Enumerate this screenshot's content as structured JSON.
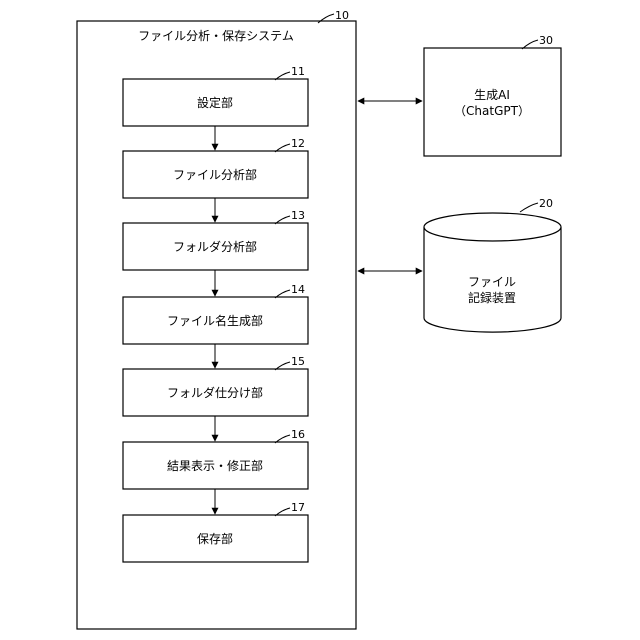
{
  "system": {
    "title": "ファイル分析・保存システム",
    "ref": "10"
  },
  "modules": [
    {
      "label": "設定部",
      "ref": "11"
    },
    {
      "label": "ファイル分析部",
      "ref": "12"
    },
    {
      "label": "フォルダ分析部",
      "ref": "13"
    },
    {
      "label": "ファイル名生成部",
      "ref": "14"
    },
    {
      "label": "フォルダ仕分け部",
      "ref": "15"
    },
    {
      "label": "結果表示・修正部",
      "ref": "16"
    },
    {
      "label": "保存部",
      "ref": "17"
    }
  ],
  "generative_ai": {
    "line1": "生成AI",
    "line2": "（ChatGPT）",
    "ref": "30"
  },
  "file_storage": {
    "line1": "ファイル",
    "line2": "記録装置",
    "ref": "20"
  }
}
